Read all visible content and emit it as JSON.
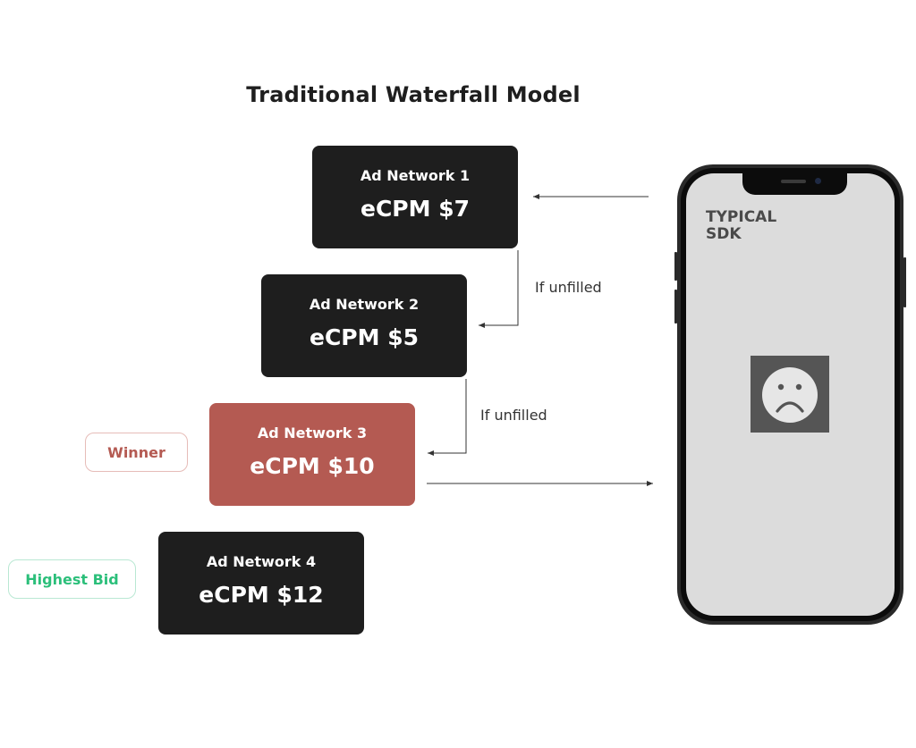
{
  "title": "Traditional Waterfall Model",
  "networks": [
    {
      "name": "Ad Network 1",
      "ecpm": "eCPM $7"
    },
    {
      "name": "Ad Network 2",
      "ecpm": "eCPM $5"
    },
    {
      "name": "Ad Network 3",
      "ecpm": "eCPM $10"
    },
    {
      "name": "Ad Network 4",
      "ecpm": "eCPM $12"
    }
  ],
  "tags": {
    "winner": "Winner",
    "highest_bid": "Highest Bid"
  },
  "notes": {
    "unfilled_1": "If unfilled",
    "unfilled_2": "If unfilled"
  },
  "phone": {
    "label": "TYPICAL\nSDK",
    "face_icon": "sad-face-icon"
  },
  "colors": {
    "dark_card": "#1e1e1e",
    "winner_card": "#b45a52",
    "winner_text": "#b45a52",
    "highest_text": "#2bbf7a"
  }
}
